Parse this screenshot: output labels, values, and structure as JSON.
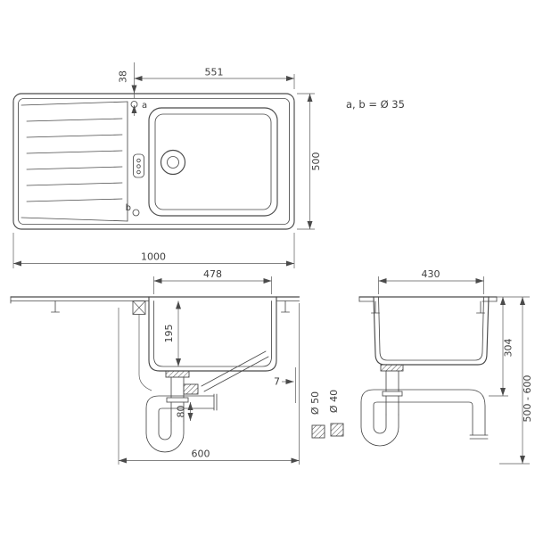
{
  "plan": {
    "dim_width_top": "551",
    "dim_hole_offset": "38",
    "dim_depth": "500",
    "dim_length": "1000",
    "hole_a_label": "a",
    "hole_b_label": "b",
    "note": "a, b = Ø 35"
  },
  "front": {
    "dim_bowl_width": "478",
    "dim_bowl_depth": "195",
    "dim_cabinet_width": "600",
    "dim_tailpipe": "80",
    "dim_rim_offset": "7"
  },
  "side": {
    "dim_bowl_width": "430",
    "dim_outlet_depth": "304",
    "dim_cabinet_height": "500 - 600",
    "dim_waste_50": "Ø 50",
    "dim_waste_40": "Ø 40"
  }
}
